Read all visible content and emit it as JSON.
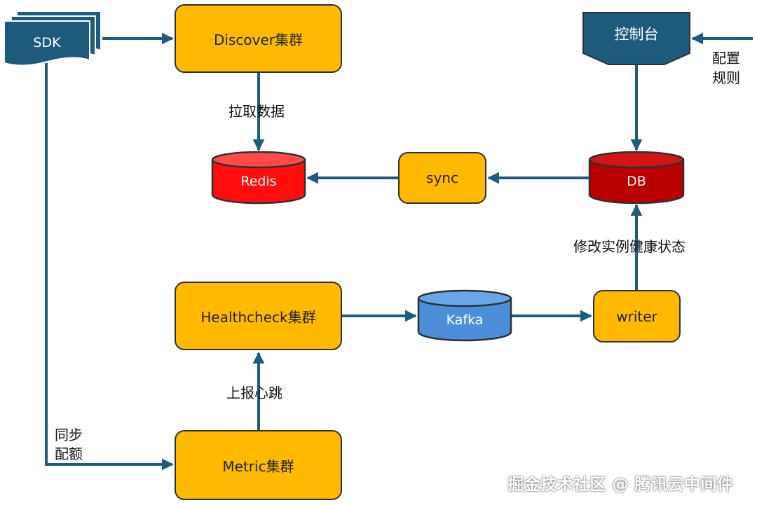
{
  "nodes": {
    "sdk": "SDK",
    "discover": "Discover集群",
    "console": "控制台",
    "redis": "Redis",
    "sync": "sync",
    "db": "DB",
    "healthcheck": "Healthcheck集群",
    "kafka": "Kafka",
    "writer": "writer",
    "metric": "Metric集群"
  },
  "edge_labels": {
    "pull_data": "拉取数据",
    "config_rules_line1": "配置",
    "config_rules_line2": "规则",
    "modify_health": "修改实例健康状态",
    "report_heartbeat": "上报心跳",
    "sync_quota_line1": "同步",
    "sync_quota_line2": "配额"
  },
  "watermark": "掘金技术社区 @ 腾讯云中间件",
  "colors": {
    "orange_box": "#ffba00",
    "dark_blue_doc": "#1d5a7c",
    "red_cylinder": "#e60000",
    "dark_red_cylinder": "#b30000",
    "blue_cylinder": "#4a90d9",
    "connector": "#1e5b80"
  }
}
